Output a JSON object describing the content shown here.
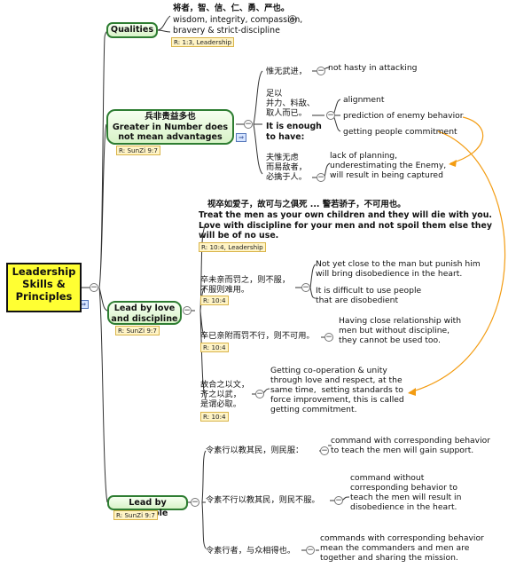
{
  "root": {
    "label": "Leadership\nSkills &\nPrinciples"
  },
  "qualities": {
    "label": "Qualities",
    "text_zh": "将者，智、信、仁、勇、严也。",
    "text_en": "wisdom, integrity, compassion,\nbravery & strict-discipline",
    "ref": "R: 1:3, Leadership"
  },
  "numbers": {
    "label": "兵非贵益多也\nGreater in Number does\nnot mean advantages",
    "ref": "R: SunZi 9:7",
    "item1_zh": "惟无武进，",
    "item1_en": "not hasty in attacking",
    "item2_zh": "足以\n并力、料敌、\n取人而已。",
    "item2_bold": "It is enough\nto have:",
    "item2_children": [
      "alignment",
      "prediction of enemy behavior",
      "getting people commitment"
    ],
    "item3_zh": "夫惟无虑\n而易敌者，\n必擒于人。",
    "item3_en": "lack of planning,\nunderestimating the Enemy,\nwill result in being captured"
  },
  "love": {
    "label": "Lead by love\nand discipline",
    "ref": "R: SunZi 9:7",
    "head_zh": "视卒如爱子，故可与之俱死 ... 警若骄子，不可用也。",
    "head_en": "Treat the men as your own children and they will die with you.\nLove with discipline for your men and not spoil them else they\nwill be of no use.",
    "head_ref": "R: 10:4, Leadership",
    "item1_zh": "卒未亲而罚之，则不服，\n不服则难用。",
    "item1_ref": "R: 10:4",
    "item1_children": [
      "Not yet close to the man but punish him\nwill bring disobedience in the heart.",
      "It is difficult to use people\nthat are disobedient"
    ],
    "item2_zh": "卒已亲附而罚不行，则不可用。",
    "item2_ref": "R: 10:4",
    "item2_en": "Having close relationship with\nmen but without discipline,\nthey cannot be used too.",
    "item3_zh": "故合之以文，\n齐之以武，\n是谓必取。",
    "item3_ref": "R: 10:4",
    "item3_en": "Getting co-operation & unity\nthrough love and respect, at the\nsame time,  setting standards to\nforce improvement, this is called\ngetting commitment."
  },
  "example": {
    "label": "Lead by example",
    "ref": "R: SunZi 9:7",
    "item1_zh": "令素行以教其民，则民服：",
    "item1_en": "command with corresponding behavior\nto teach the men will gain support.",
    "item2_zh": "令素不行以教其民，则民不服。",
    "item2_en": "command without\ncorresponding behavior to\nteach the men will result in\ndisobedience in the heart.",
    "item3_zh": "令素行者，与众相得也。",
    "item3_en": "commands with corresponding behavior\nmean the commanders and men are\ntogether and sharing the mission."
  },
  "colors": {
    "branch": "#2e7d32",
    "root_fill": "#ffff33",
    "connector": "#f39c12",
    "ref_fill": "#fff4c6"
  }
}
